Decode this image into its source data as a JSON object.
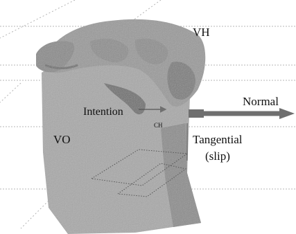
{
  "figure": {
    "labels": {
      "vh": "VH",
      "vo": "VO",
      "normal": "Normal",
      "intention": "Intention",
      "ch": "CH",
      "tangential": "Tangential",
      "slip": "(slip)"
    },
    "colors": {
      "object_gray": "#a9a9a9",
      "object_shadow": "#8c8c8c",
      "hand_gray": "#9a9a9a",
      "hand_dark": "#6e6e6e",
      "arrow_gray": "#6f6f6f",
      "guide_line": "#b4b4b4",
      "text": "#111111"
    }
  }
}
